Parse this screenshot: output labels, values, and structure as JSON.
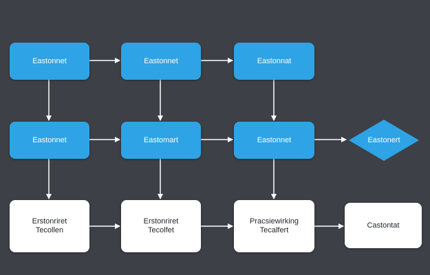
{
  "diagram": {
    "colors": {
      "background": "#3d4047",
      "process_fill": "#2ea3e6",
      "terminal_fill": "#ffffff",
      "arrow": "#ffffff",
      "process_text": "#ffffff",
      "terminal_text": "#1e2328"
    },
    "nodes": {
      "r1c1": {
        "lines": [
          "Eastonnet"
        ]
      },
      "r1c2": {
        "lines": [
          "Eastonnet"
        ]
      },
      "r1c3": {
        "lines": [
          "Eastonnat"
        ]
      },
      "r2c1": {
        "lines": [
          "Eastonnet"
        ]
      },
      "r2c2": {
        "lines": [
          "Eastomart"
        ]
      },
      "r2c3": {
        "lines": [
          "Eastonnet"
        ]
      },
      "r2c4": {
        "lines": [
          "Eastonert"
        ]
      },
      "r3c1": {
        "lines": [
          "Erstonriret",
          "Tecollen"
        ]
      },
      "r3c2": {
        "lines": [
          "Erstonriret",
          "Tecolfet"
        ]
      },
      "r3c3": {
        "lines": [
          "Pracsiewirking",
          "Tecalfert"
        ]
      },
      "r3c4": {
        "lines": [
          "Castontat"
        ]
      }
    }
  }
}
